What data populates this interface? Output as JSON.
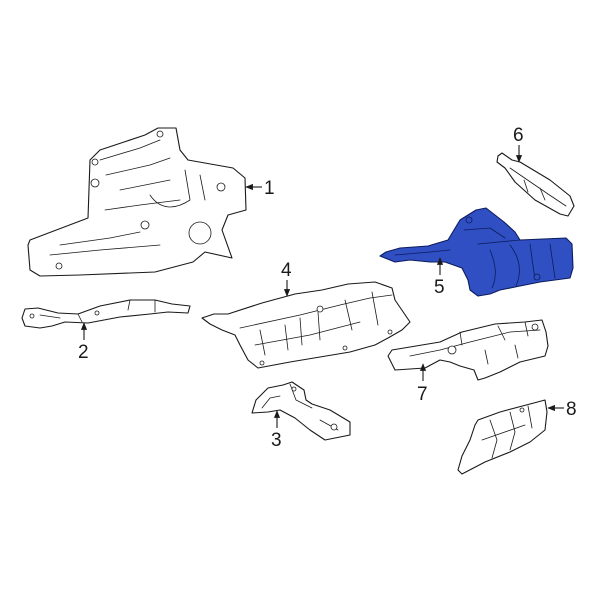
{
  "diagram": {
    "type": "exploded-parts-diagram",
    "highlight_color": "#2f4fc2",
    "line_color": "#1a1a1a",
    "background": "#ffffff",
    "highlighted_part": "5",
    "callouts": [
      {
        "id": "1",
        "label": "1",
        "arrow": "left"
      },
      {
        "id": "2",
        "label": "2",
        "arrow": "up"
      },
      {
        "id": "3",
        "label": "3",
        "arrow": "up"
      },
      {
        "id": "4",
        "label": "4",
        "arrow": "down"
      },
      {
        "id": "5",
        "label": "5",
        "arrow": "up"
      },
      {
        "id": "6",
        "label": "6",
        "arrow": "down"
      },
      {
        "id": "7",
        "label": "7",
        "arrow": "up"
      },
      {
        "id": "8",
        "label": "8",
        "arrow": "left"
      }
    ]
  }
}
